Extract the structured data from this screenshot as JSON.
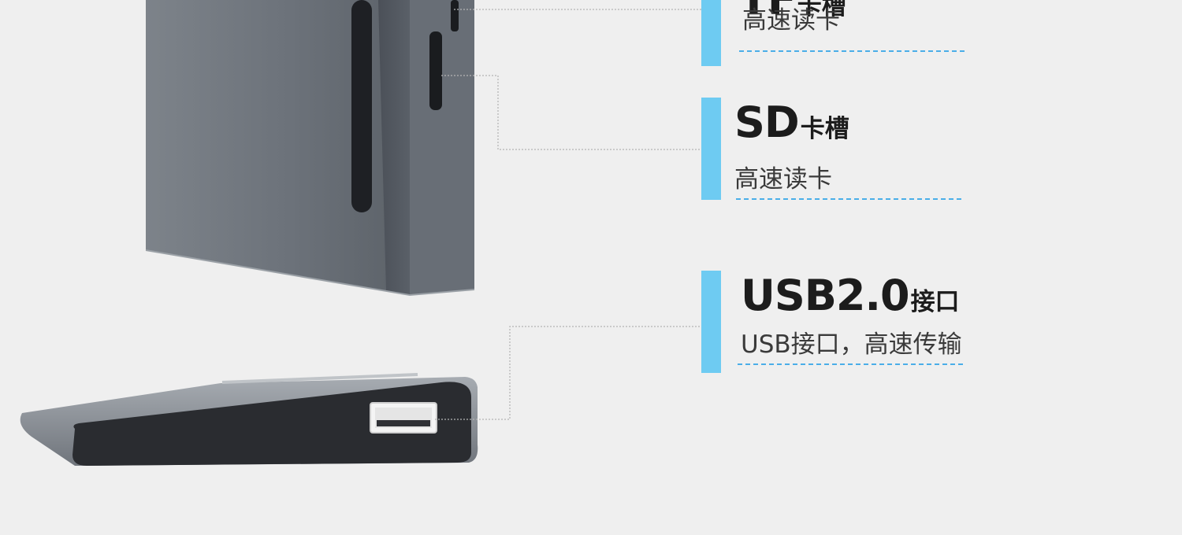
{
  "features": {
    "tf": {
      "title_big": "TF",
      "title_small": "卡槽",
      "subtitle": "高速读卡"
    },
    "sd": {
      "title_big": "SD",
      "title_small": "卡槽",
      "subtitle": "高速读卡"
    },
    "usb": {
      "title_big": "USB2.0",
      "title_small": "接口",
      "subtitle": "USB接口，高速传输"
    }
  },
  "colors": {
    "accent_bar": "#6ecbf2",
    "dashed_line": "#4aaee8",
    "background": "#efefef",
    "device_body": "#6f767f"
  }
}
